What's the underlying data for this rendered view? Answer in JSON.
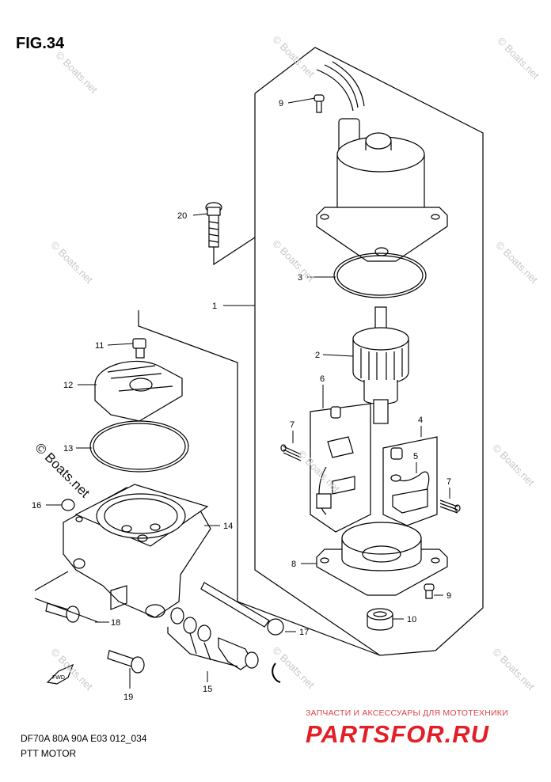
{
  "figure": {
    "title": "FIG.34",
    "model": "DF70A 80A 90A E03 012_034",
    "subtitle": "PTT MOTOR"
  },
  "watermark": {
    "text": "© Boats.net",
    "foreground_text": "© Boats.net"
  },
  "brand": {
    "tagline": "ЗАПЧАСТИ И АКСЕССУАРЫ ДЛЯ МОТОТЕХНИКИ",
    "logo": "PARTSFOR.RU",
    "color": "#e41e26"
  },
  "arrow_label": "FWD",
  "callouts": [
    {
      "id": "1",
      "label": "1"
    },
    {
      "id": "2",
      "label": "2"
    },
    {
      "id": "3",
      "label": "3"
    },
    {
      "id": "4",
      "label": "4"
    },
    {
      "id": "5",
      "label": "5"
    },
    {
      "id": "6",
      "label": "6"
    },
    {
      "id": "7a",
      "label": "7"
    },
    {
      "id": "7b",
      "label": "7"
    },
    {
      "id": "8",
      "label": "8"
    },
    {
      "id": "9a",
      "label": "9"
    },
    {
      "id": "9b",
      "label": "9"
    },
    {
      "id": "10",
      "label": "10"
    },
    {
      "id": "11",
      "label": "11"
    },
    {
      "id": "12",
      "label": "12"
    },
    {
      "id": "13",
      "label": "13"
    },
    {
      "id": "14",
      "label": "14"
    },
    {
      "id": "15",
      "label": "15"
    },
    {
      "id": "16",
      "label": "16"
    },
    {
      "id": "17",
      "label": "17"
    },
    {
      "id": "18",
      "label": "18"
    },
    {
      "id": "19",
      "label": "19"
    },
    {
      "id": "20",
      "label": "20"
    }
  ]
}
